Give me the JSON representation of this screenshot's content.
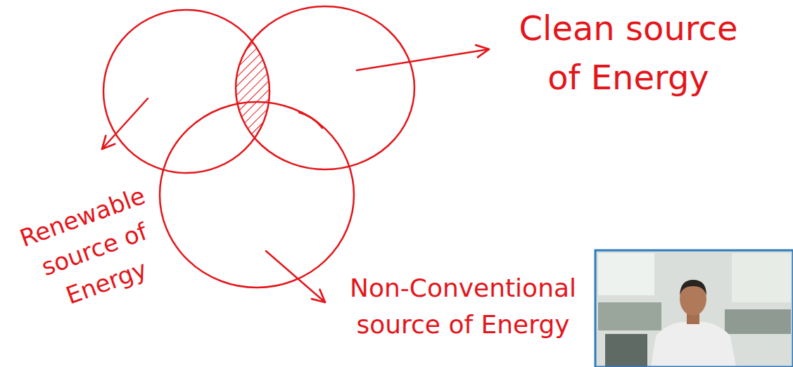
{
  "diagram": {
    "labels": [
      "Clean source of Energy",
      "Renewable source of Energy",
      "Non-Conventional source of Energy"
    ]
  }
}
